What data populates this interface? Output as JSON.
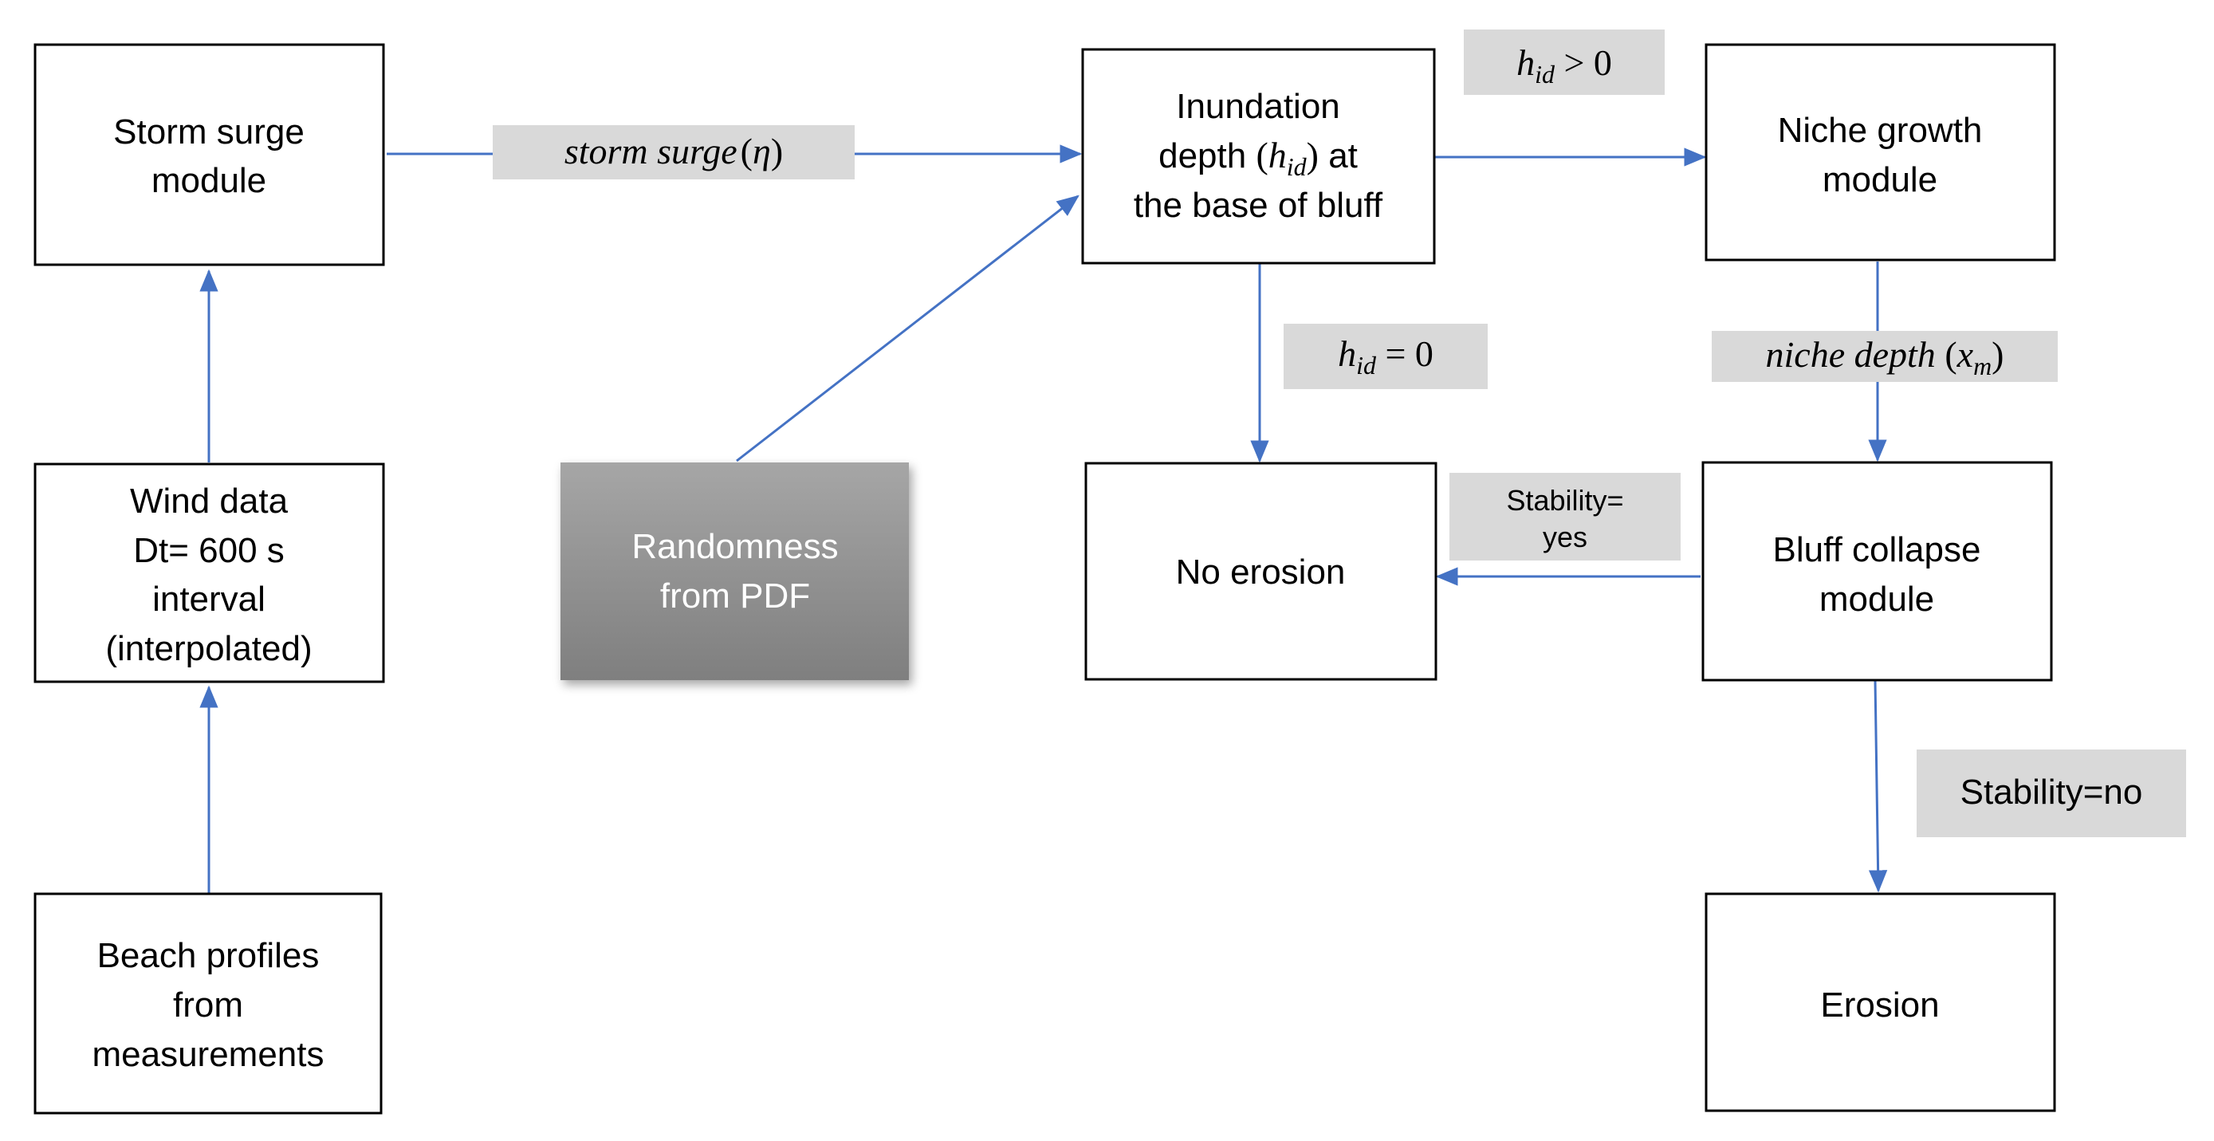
{
  "nodes": {
    "storm_surge_module": [
      "Storm surge",
      "module"
    ],
    "wind_data": [
      "Wind data",
      "Dt= 600 s",
      "interval",
      "(interpolated)"
    ],
    "beach_profiles": [
      "Beach profiles",
      "from",
      "measurements"
    ],
    "randomness": [
      "Randomness",
      "from PDF"
    ],
    "inundation": {
      "line1": "Inundation",
      "line2_pre": "depth ",
      "line2_math": "h",
      "line2_sub": "id",
      "line2_post": " at",
      "line3": "the base of bluff"
    },
    "niche_growth": [
      "Niche growth",
      "module"
    ],
    "no_erosion": "No erosion",
    "bluff_collapse": [
      "Bluff collapse",
      "module"
    ],
    "erosion": "Erosion"
  },
  "edge_labels": {
    "storm_surge": {
      "text": "storm surge",
      "symbol": "η"
    },
    "hid_gt_0": {
      "var": "h",
      "sub": "id",
      "rel": " > 0"
    },
    "hid_eq_0": {
      "var": "h",
      "sub": "id",
      "rel": " = 0"
    },
    "niche_depth": {
      "text": "niche depth",
      "var": "x",
      "sub": "m"
    },
    "stability_yes": [
      "Stability=",
      "yes"
    ],
    "stability_no": "Stability=no"
  },
  "colors": {
    "arrow": "#4472c4",
    "label_bg": "#d9d9d9",
    "randomness_fill_top": "#a6a6a6",
    "randomness_fill_bottom": "#7f7f7f"
  }
}
